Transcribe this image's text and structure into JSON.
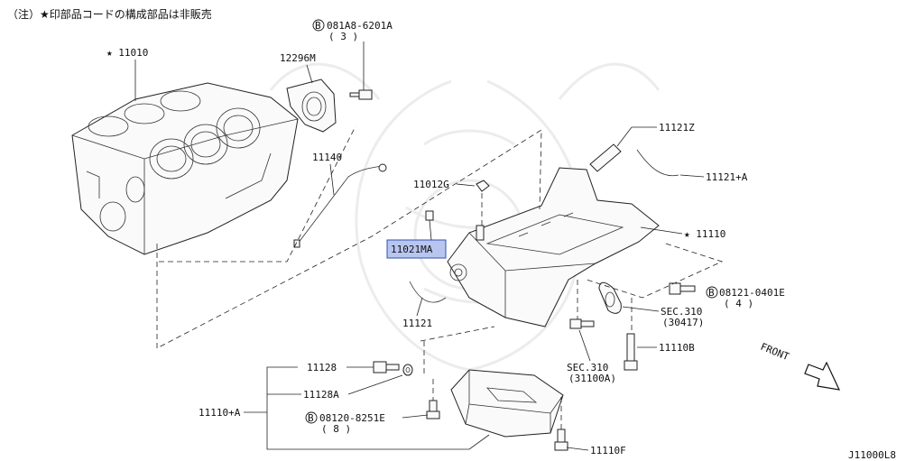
{
  "note": "（注）★印部品コードの構成部品は非販売",
  "diagram_code": "J11000L8",
  "front_label": "FRONT",
  "highlighted_callout": "11021MA",
  "callouts": {
    "c11010": "★ 11010",
    "c081A8": "081A8-6201A",
    "c081A8_qty": "( 3 )",
    "c12296M": "12296M",
    "c11140": "11140",
    "c11012G": "11012G",
    "c11021MA": "11021MA",
    "c11121": "11121",
    "c11121Z": "11121Z",
    "c11121A": "11121+A",
    "c11110": "★ 11110",
    "c08121": "08121-0401E",
    "c08121_qty": "( 4 )",
    "c30417_sec": "SEC.310",
    "c30417": "(30417)",
    "c31100A_sec": "SEC.310",
    "c31100A": "(31100A)",
    "c11110B": "11110B",
    "c11128": "11128",
    "c11128A": "11128A",
    "c11110A": "11110+A",
    "c08120": "08120-8251E",
    "c08120_qty": "( 8 )",
    "c11110F": "11110F"
  },
  "bolt_marker": "B"
}
